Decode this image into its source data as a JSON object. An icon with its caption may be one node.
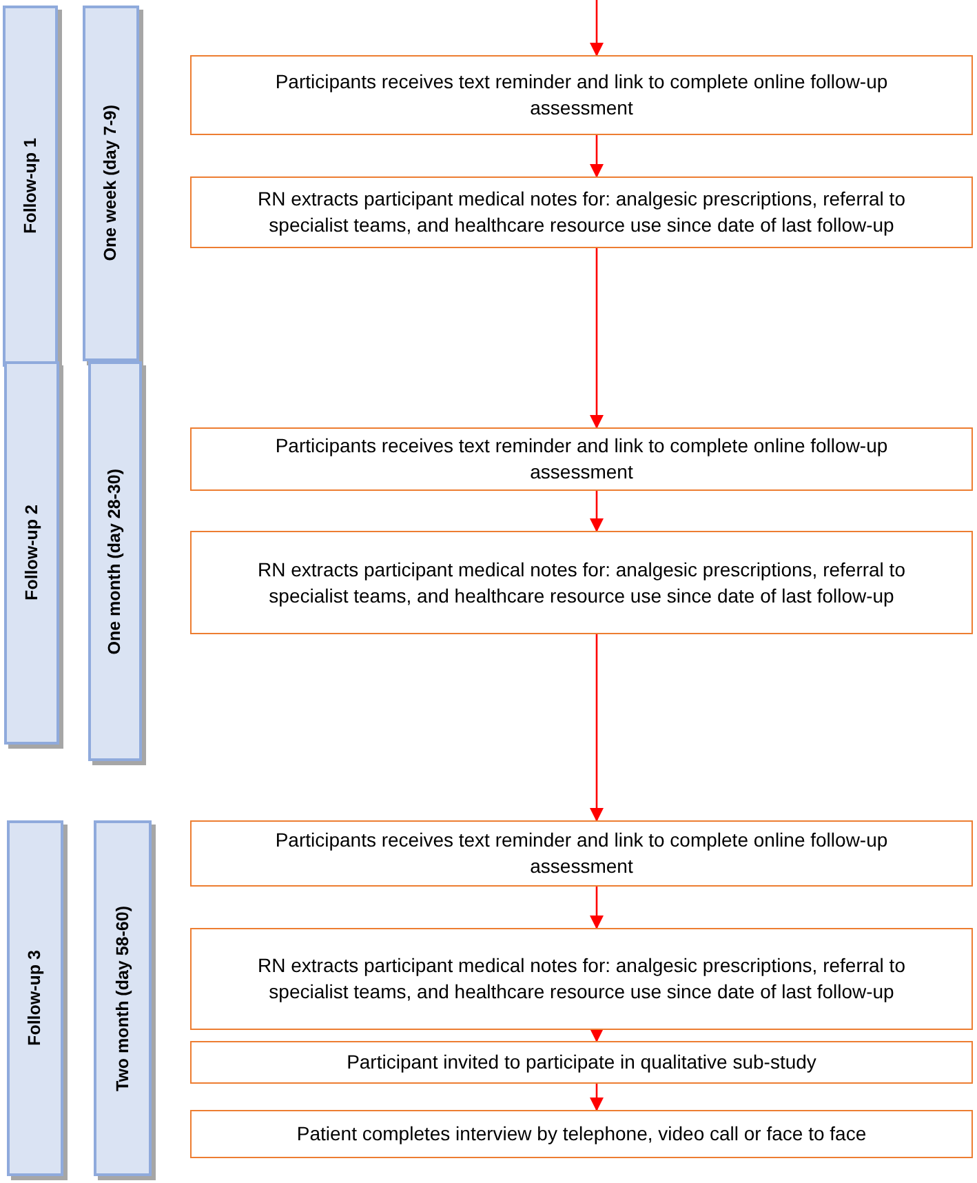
{
  "diagram": {
    "nodes": [
      {
        "text": [
          "Follow-up 1"
        ]
      },
      {
        "text": [
          "One week (day 7-9)"
        ]
      },
      {
        "text": [
          "Participants receives text reminder and link to complete online follow-up assessment"
        ]
      },
      {
        "text": [
          "RN extracts participant medical notes for: analgesic prescriptions, referral to specialist teams, and healthcare resource use since date of last follow-up"
        ]
      },
      {
        "text": [
          "Follow-up 2"
        ]
      },
      {
        "text": [
          "One month (day 28-30)"
        ]
      },
      {
        "text": [
          "Participants receives text reminder and link to complete online follow-up assessment"
        ]
      },
      {
        "text": [
          "RN extracts participant medical notes for: analgesic prescriptions, referral to specialist teams, and healthcare resource use since date of last follow-up"
        ]
      },
      {
        "text": [
          "Follow-up 3"
        ]
      },
      {
        "text": [
          "Two month (day 58-60)"
        ]
      },
      {
        "text": [
          "Participants receives text reminder and link to complete online follow-up assessment"
        ]
      },
      {
        "text": [
          "RN extracts participant medical notes for: analgesic prescriptions, referral to specialist teams, and healthcare resource use since date of last follow-up"
        ]
      },
      {
        "text": [
          "Participant invited to participate in qualitative sub-study"
        ]
      },
      {
        "text": [
          "Patient completes interview by telephone, video call or face to face"
        ]
      }
    ],
    "edges": [
      {
        "from": null,
        "to": 2,
        "arrow": "to"
      },
      {
        "from": 2,
        "to": 3,
        "arrow": "to"
      },
      {
        "from": 3,
        "to": 6,
        "arrow": "to"
      },
      {
        "from": 6,
        "to": 7,
        "arrow": "to"
      },
      {
        "from": 7,
        "to": 10,
        "arrow": "to"
      },
      {
        "from": 10,
        "to": 11,
        "arrow": "to"
      },
      {
        "from": 11,
        "to": 12,
        "arrow": "to"
      },
      {
        "from": 12,
        "to": 13,
        "arrow": "to"
      }
    ]
  }
}
